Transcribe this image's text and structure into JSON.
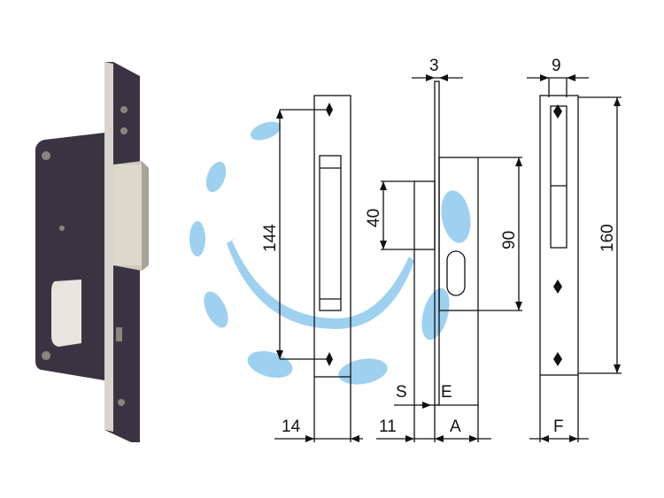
{
  "diagram": {
    "dimensions": {
      "top_a": "3",
      "top_b": "9",
      "height_backset": "144",
      "height_bolt": "40",
      "height_cylinder": "90",
      "height_total": "160",
      "bottom_a": "14",
      "bottom_b": "11",
      "bottom_c": "A",
      "bottom_d": "F",
      "label_s": "S",
      "label_e": "E"
    },
    "colors": {
      "line": "#111111",
      "watermark": "#8ec9ee",
      "lock_body": "#3a3442",
      "faceplate": "#d9d4cc",
      "bolt": "#cfcabd"
    }
  }
}
